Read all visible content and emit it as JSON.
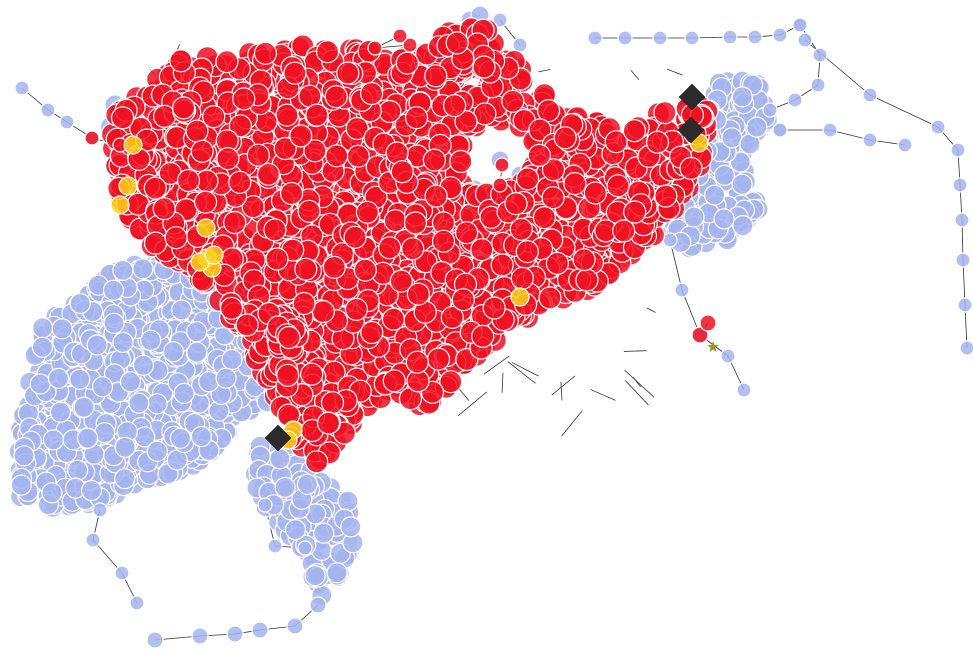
{
  "graph": {
    "background": "#ffffff",
    "edge_color": "#333333",
    "node_groups": [
      {
        "name": "red-cluster",
        "color": "#ee1122",
        "shape": "circle"
      },
      {
        "name": "blue-cluster",
        "color": "#a4b4ee",
        "shape": "circle"
      },
      {
        "name": "yellow-highlight",
        "color": "#ffd21a",
        "shape": "circle"
      },
      {
        "name": "black-diamond",
        "color": "#2b2b2b",
        "shape": "diamond"
      },
      {
        "name": "olive-star",
        "color": "#999922",
        "shape": "star"
      }
    ]
  }
}
